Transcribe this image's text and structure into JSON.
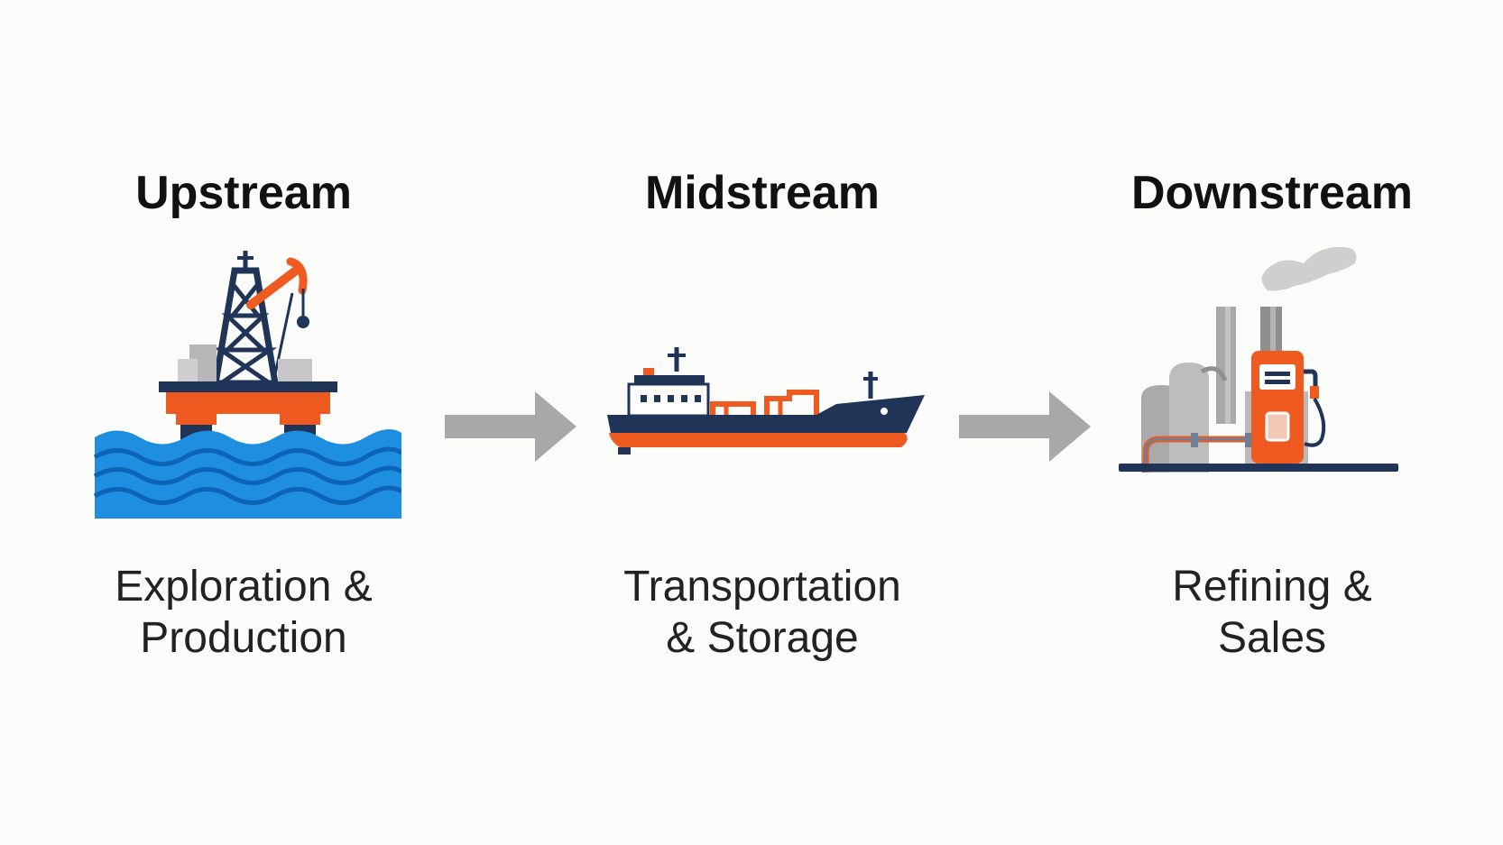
{
  "stages": [
    {
      "title": "Upstream",
      "description_lines": [
        "Exploration &",
        "Production"
      ],
      "icon": "offshore-oil-rig-icon"
    },
    {
      "title": "Midstream",
      "description_lines": [
        "Transportation",
        "& Storage"
      ],
      "icon": "oil-tanker-ship-icon"
    },
    {
      "title": "Downstream",
      "description_lines": [
        "Refining &",
        "Sales"
      ],
      "icon": "refinery-fuel-pump-icon"
    }
  ],
  "colors": {
    "navy": "#1f3457",
    "orange": "#ee5a1f",
    "water": "#1e8fe0",
    "gray": "#a9a9a9",
    "arrow": "#a8a8a8"
  }
}
